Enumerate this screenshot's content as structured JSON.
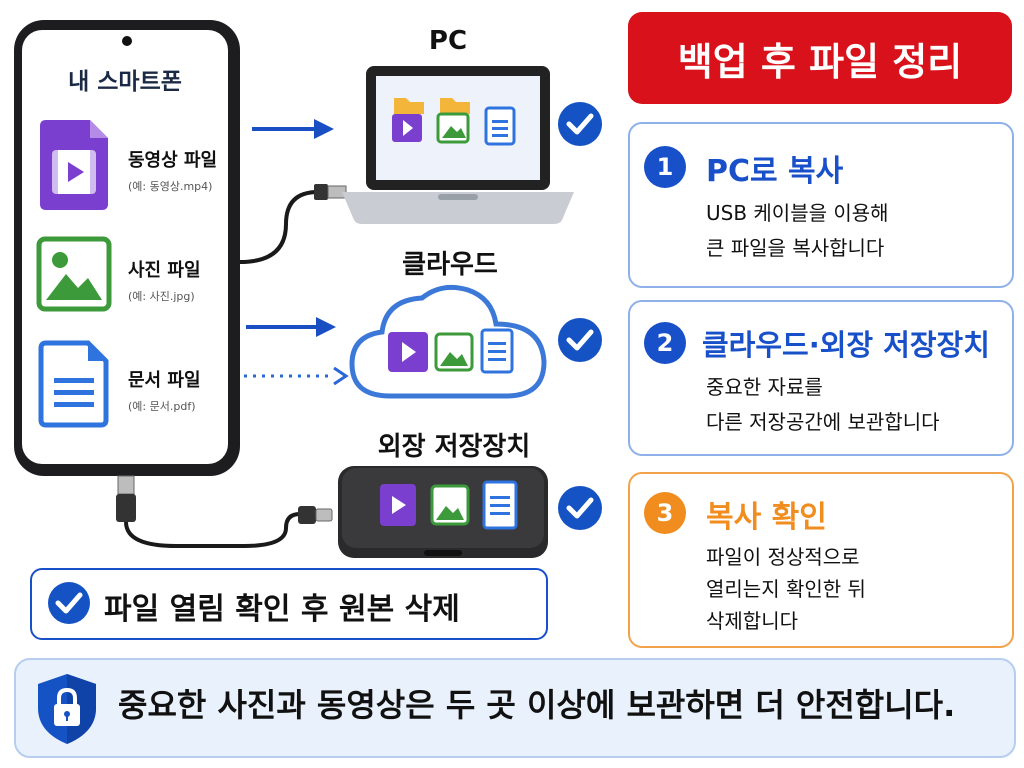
{
  "phone": {
    "title": "내 스마트폰",
    "files": [
      {
        "label": "동영상 파일",
        "example": "(예: 동영상.mp4)",
        "icon": "video-file-icon"
      },
      {
        "label": "사진 파일",
        "example": "(예: 사진.jpg)",
        "icon": "image-file-icon"
      },
      {
        "label": "문서 파일",
        "example": "(예: 문서.pdf)",
        "icon": "document-file-icon"
      }
    ]
  },
  "destinations": {
    "pc": "PC",
    "cloud": "클라우드",
    "external": "외장 저장장치"
  },
  "panel": {
    "headline": "백업 후 파일 정리",
    "steps": [
      {
        "num": "1",
        "title": "PC로 복사",
        "lines": [
          "USB 케이블을 이용해",
          "큰 파일을 복사합니다"
        ]
      },
      {
        "num": "2",
        "title": "클라우드·외장 저장장치",
        "lines": [
          "중요한 자료를",
          "다른 저장공간에 보관합니다"
        ]
      },
      {
        "num": "3",
        "title": "복사 확인",
        "lines": [
          "파일이 정상적으로",
          "열리는지 확인한 뒤",
          "삭제합니다"
        ]
      }
    ]
  },
  "notice": "파일 열림 확인 후 원본 삭제",
  "footer": "중요한 사진과 동영상은 두 곳 이상에 보관하면 더 안전합니다.",
  "colors": {
    "primary_blue": "#1850c9",
    "headline_red": "#d8111b",
    "accent_orange": "#f08d1e",
    "video_purple": "#7b3fd0",
    "image_green": "#3c9a3a",
    "doc_blue": "#2f73df"
  }
}
